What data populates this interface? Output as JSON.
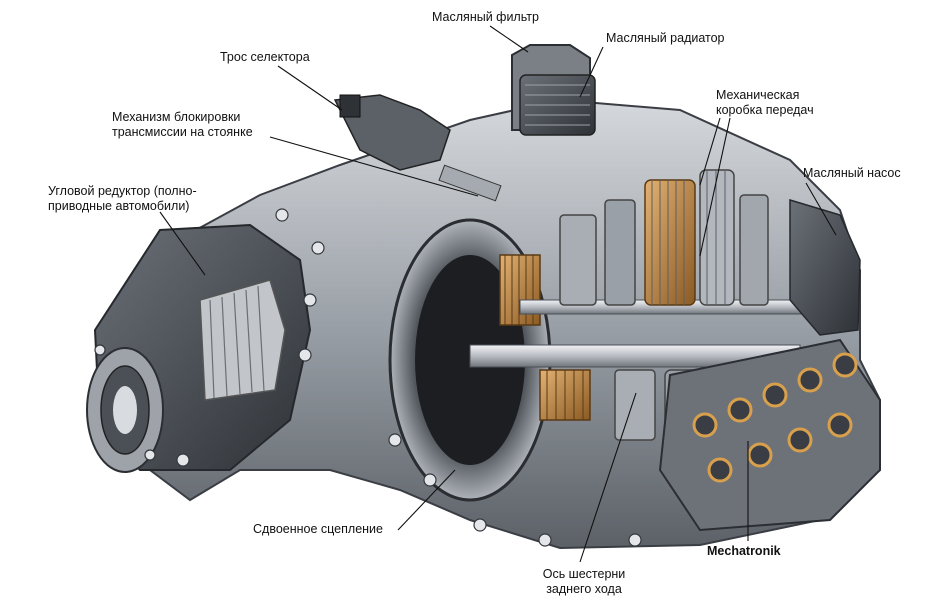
{
  "labels": {
    "oil_filter": "Масляный фильтр",
    "oil_cooler": "Масляный радиатор",
    "selector_cable": "Трос селектора",
    "parking_lock_1": "Механизм блокировки",
    "parking_lock_2": "трансмиссии на стоянке",
    "manual_gearbox_1": "Механическая",
    "manual_gearbox_2": "коробка передач",
    "oil_pump": "Масляный насос",
    "angle_drive_1": "Угловой редуктор (полно-",
    "angle_drive_2": "приводные автомобили)",
    "dual_clutch": "Сдвоенное сцепление",
    "mechatronik": "Mechatronik",
    "reverse_shaft_1": "Ось шестерни",
    "reverse_shaft_2": "заднего хода"
  },
  "colors": {
    "housing": "#8e949b",
    "housing_dark": "#4a4f56",
    "housing_light": "#c9cdd2",
    "gear_bronze": "#b07a3a",
    "leader_line": "#111111"
  }
}
